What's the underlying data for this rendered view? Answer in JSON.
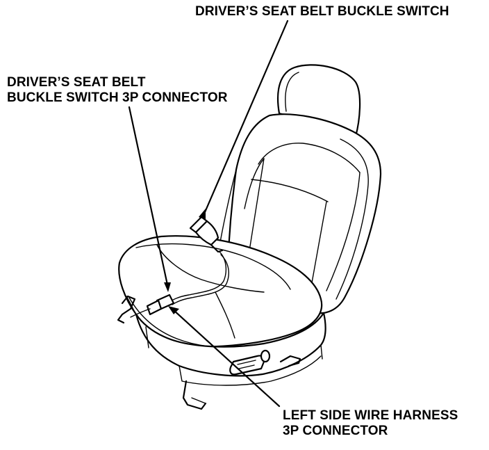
{
  "callouts": {
    "buckle_switch": "DRIVER’S SEAT BELT BUCKLE SWITCH",
    "buckle_connector": {
      "line1": "DRIVER’S SEAT BELT",
      "line2": "BUCKLE SWITCH 3P CONNECTOR"
    },
    "harness_connector": {
      "line1": "LEFT SIDE WIRE HARNESS",
      "line2": "3P CONNECTOR"
    }
  },
  "colors": {
    "ink": "#000000",
    "paper": "#ffffff"
  }
}
